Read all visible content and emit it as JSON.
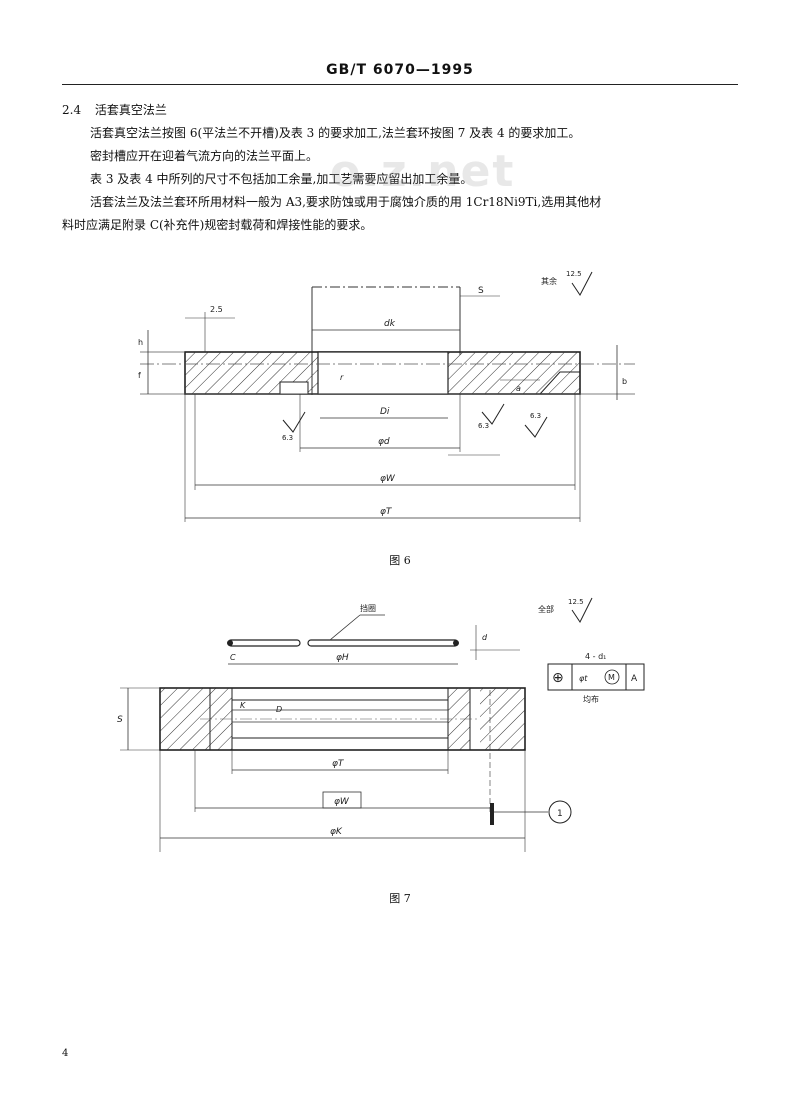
{
  "header": {
    "title": "GB/T 6070—1995"
  },
  "section": {
    "number": "2.4",
    "title": "活套真空法兰",
    "paragraphs": [
      "活套真空法兰按图 6(平法兰不开槽)及表 3 的要求加工,法兰套环按图 7 及表 4 的要求加工。",
      "密封槽应开在迎着气流方向的法兰平面上。",
      "表 3 及表 4 中所列的尺寸不包括加工余量,加工艺需要应留出加工余量。",
      "活套法兰及法兰套环所用材料一般为 A3,要求防蚀或用于腐蚀介质的用 1Cr18Ni9Ti,选用其他材",
      "料时应满足附录 C(补充件)规密封载荷和焊接性能的要求。"
    ]
  },
  "watermark": "o.z.net",
  "figure6": {
    "caption": "图 6",
    "labels": {
      "surface_rest": "其余",
      "rough_main": "12.5",
      "dim_S": "S",
      "dim_25": "2.5",
      "dim_dk": "dk",
      "dim_Di": "Di",
      "dim_phid": "φd",
      "dim_phiW": "φW",
      "dim_phiT": "φT",
      "dim_h": "h",
      "dim_b": "b",
      "dim_f": "f",
      "rough_a": "6.3",
      "rough_b": "6.3",
      "rough_c": "6.3",
      "dim_r": "r",
      "dim_a": "a"
    }
  },
  "figure7": {
    "caption": "图 7",
    "labels": {
      "surface_all": "全部",
      "rough_all": "12.5",
      "part_ring": "挡圈",
      "dim_S": "S",
      "dim_phiH": "φH",
      "dim_phiT": "φT",
      "dim_phiW": "φW",
      "dim_phiK": "φK",
      "dim_D": "D",
      "dim_K": "K",
      "dim_C": "C",
      "dim_d": "d",
      "tol_symbol": "⊕",
      "tol_value": "φt",
      "tol_mod": "M",
      "tol_datum": "A",
      "tol_top": "4 - d₁",
      "tol_note": "均布",
      "callout": "1"
    }
  },
  "page_number": "4"
}
